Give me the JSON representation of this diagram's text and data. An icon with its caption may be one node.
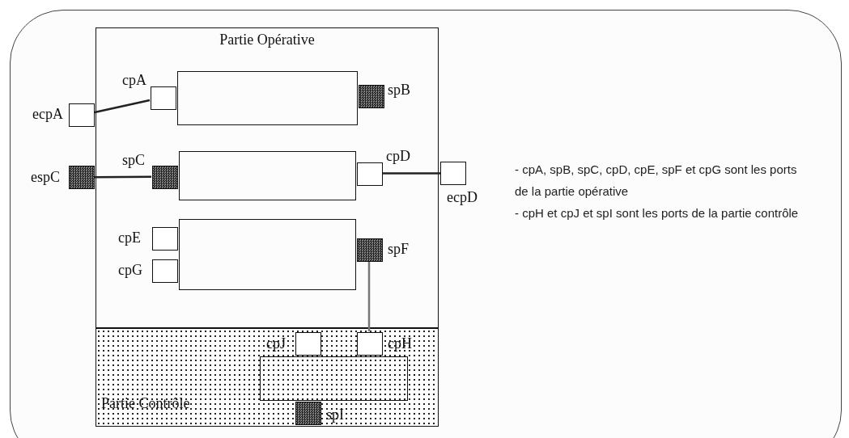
{
  "diagram": {
    "nodes": [
      {
        "text": [
          "Partie Opérative"
        ]
      },
      {
        "text": [],
        "shape": "box",
        "in": 0
      },
      {
        "text": [],
        "shape": "box",
        "in": 0
      },
      {
        "text": [],
        "shape": "box",
        "in": 0
      },
      {
        "text": [
          "Partie Contrôle"
        ]
      },
      {
        "text": [],
        "shape": "box",
        "in": 4
      },
      {
        "text": [
          "ecpA"
        ]
      },
      {
        "text": [
          "cpA"
        ],
        "in": 0
      },
      {
        "text": [
          "spB"
        ],
        "in": 0
      },
      {
        "text": [
          "espC"
        ]
      },
      {
        "text": [
          "spC"
        ],
        "in": 0
      },
      {
        "text": [
          "cpD"
        ],
        "in": 0
      },
      {
        "text": [
          "ecpD"
        ]
      },
      {
        "text": [
          "cpE"
        ],
        "in": 0
      },
      {
        "text": [
          "cpG"
        ],
        "in": 0
      },
      {
        "text": [
          "spF"
        ],
        "in": 0
      },
      {
        "text": [
          "cpJ"
        ],
        "in": 4
      },
      {
        "text": [
          "cpH"
        ],
        "in": 4
      },
      {
        "text": [
          "spI"
        ],
        "in": 4
      }
    ],
    "edges": [
      {
        "from": 6,
        "to": 7,
        "arrow": "none"
      },
      {
        "from": 9,
        "to": 10,
        "arrow": "none"
      },
      {
        "from": 11,
        "to": 12,
        "arrow": "none"
      },
      {
        "from": 15,
        "to": 17,
        "arrow": "none",
        "color": "#777777"
      }
    ],
    "labels": [
      "- cpA, spB, spC, cpD, cpE, spF et cpG sont les ports de la partie opérative",
      "- cpH et cpJ et spI sont les ports de la partie contrôle"
    ]
  }
}
